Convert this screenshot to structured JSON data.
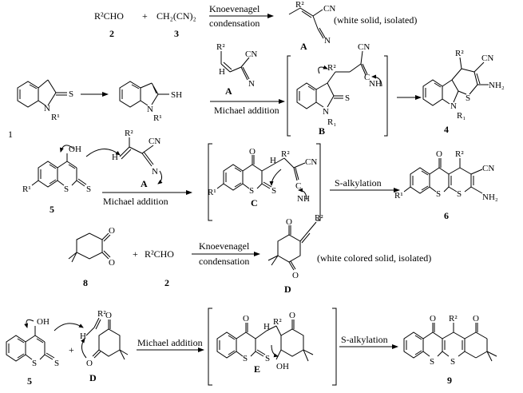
{
  "row1": {
    "reactant1": "R²CHO",
    "reactant1_num": "2",
    "plus": "+",
    "reactant2": "CH₂(CN)₂",
    "reactant2_num": "3",
    "arrow_top": "Knoevenagel",
    "arrow_bottom": "condensation",
    "product_label": "A",
    "product_note": "(white solid, isolated)",
    "r2": "R²",
    "cn": "CN"
  },
  "row2": {
    "start_num": "1",
    "s": "S",
    "sh": "SH",
    "n": "N",
    "r1": "R¹",
    "r1b": "R₁",
    "nh": "NH",
    "nh2": "NH₂",
    "int_label": "B",
    "reagent_label": "A",
    "arrow_label": "Michael addition",
    "product_num": "4",
    "r2": "R²",
    "cn": "CN",
    "h": "H"
  },
  "row3": {
    "start_num": "5",
    "oh": "OH",
    "r1": "R¹",
    "s": "S",
    "n": "N",
    "o": "O",
    "reagent_label": "A",
    "arrow_label": "Michael addition",
    "int_label": "C",
    "nh": "NH",
    "arrow2_label": "S-alkylation",
    "product_num": "6",
    "nh2": "NH₂",
    "r2": "R²",
    "cn": "CN",
    "h": "H"
  },
  "row4": {
    "start_num": "8",
    "plus": "+",
    "reactant2": "R²CHO",
    "reactant2_num": "2",
    "arrow_top": "Knoevenagel",
    "arrow_bottom": "condensation",
    "product_label": "D",
    "product_note": "(white colored solid, isolated)",
    "o": "O",
    "r2": "R²"
  },
  "row5": {
    "start_num": "5",
    "reagent_num": "D",
    "oh": "OH",
    "s": "S",
    "o": "O",
    "h": "H",
    "r2": "R²",
    "plus": "+",
    "arrow_label": "Michael addition",
    "int_label": "E",
    "int_oh": "OH",
    "arrow2_label": "S-alkylation",
    "product_num": "9"
  }
}
